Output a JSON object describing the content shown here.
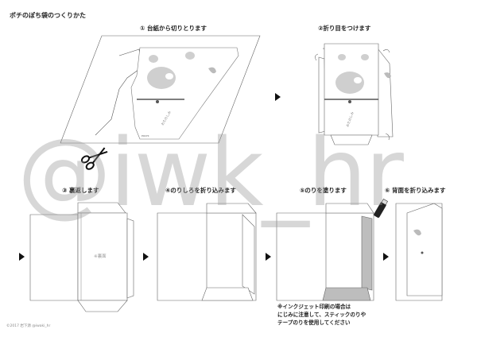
{
  "title": "ポチのぽち袋のつくりかた",
  "steps": [
    {
      "label": "① 台紙から切りとります"
    },
    {
      "label": "②折り目をつけます"
    },
    {
      "label": "③ 裏返します"
    },
    {
      "label": "④のりしろを折り込みます"
    },
    {
      "label": "⑤のりを塗ります"
    },
    {
      "label": "⑥ 背面を折り込みます"
    }
  ],
  "back_text": "※裏面",
  "notes": [
    "※インクジェット印刷の場合は",
    "にじみに注意して、スティックのりや",
    "テープのりを使用してください"
  ],
  "footer": "©2017 岩下源 @iwaki_hr",
  "watermark": "@iwk_hr",
  "icons": [
    "scissors-icon",
    "glue-stick-icon",
    "step-arrow-icon"
  ]
}
